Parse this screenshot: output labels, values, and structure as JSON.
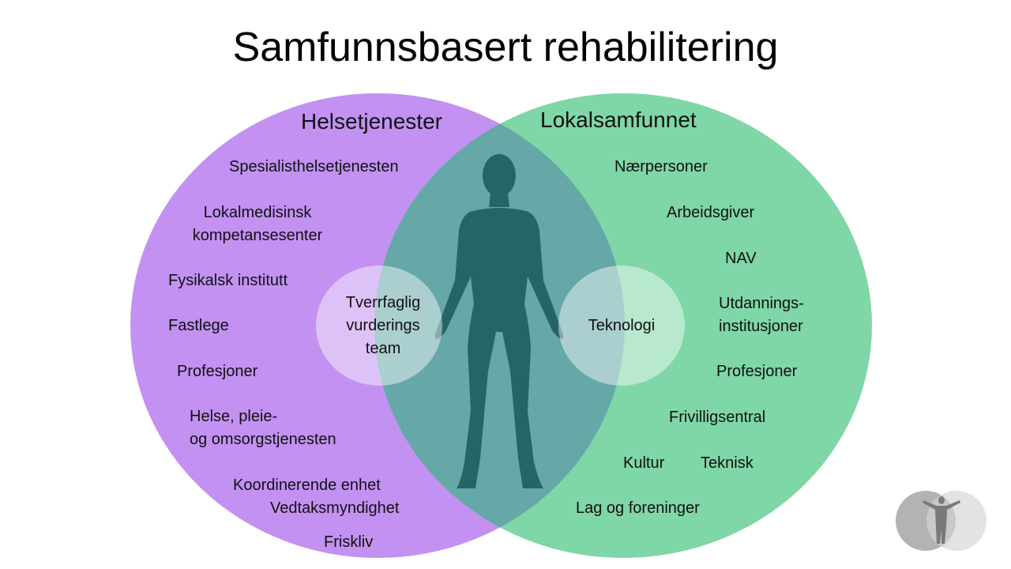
{
  "title": "Samfunnsbasert rehabilitering",
  "colors": {
    "health": "#c291f2",
    "community": "#7fd6a6",
    "overlap": "#66a7a8",
    "silhouette": "#256566",
    "inner_circle": "#ffffff"
  },
  "health": {
    "heading": "Helsetjenester",
    "items": [
      "Spesialisthelsetjenesten",
      "Lokalmedisinsk\nkompetansesenter",
      "Fysikalsk institutt",
      "Fastlege",
      "Profesjoner",
      "Helse, pleie-\n    og omsorgstjenesten",
      "Koordinerende enhet",
      "Vedtaksmyndighet",
      "Friskliv"
    ],
    "inner": "Tverrfaglig\nvurderings\nteam"
  },
  "community": {
    "heading": "Lokalsamfunnet",
    "items": [
      "Nærpersoner",
      "Arbeidsgiver",
      "NAV",
      "Utdannings-\ninstitusjoner",
      "Profesjoner",
      "Frivilligsentral",
      "Kultur",
      "Teknisk",
      "Lag og foreninger"
    ],
    "inner": "Teknologi"
  },
  "icons": {
    "person": "human-silhouette-icon",
    "logo": "venn-person-logo-icon"
  }
}
